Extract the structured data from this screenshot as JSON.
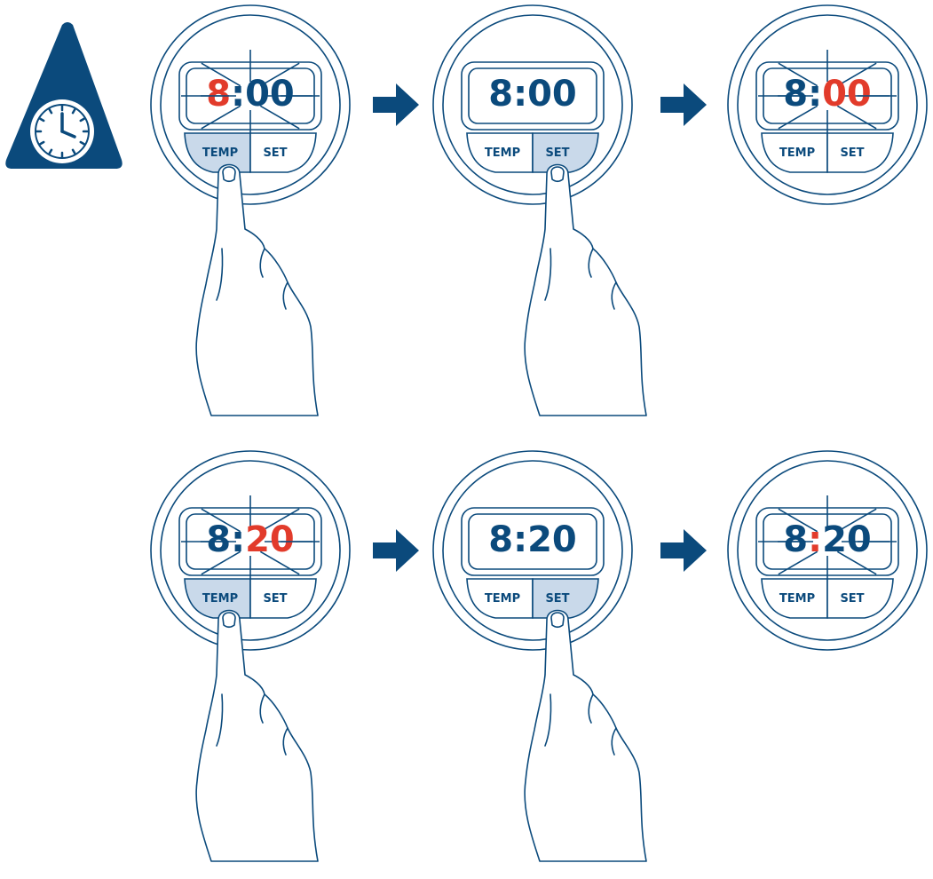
{
  "colors": {
    "primary": "#0b4a7c",
    "highlight": "#e23b2b",
    "pressed_fill": "#c9d9ea",
    "background": "#ffffff"
  },
  "icons": {
    "warning": "clock-warning-icon",
    "arrow": "arrow-right-icon",
    "hand": "pointing-hand-icon"
  },
  "buttons": {
    "temp": "TEMP",
    "set": "SET"
  },
  "rows": [
    {
      "panels": [
        {
          "hour": "8",
          "sep": ":",
          "minutes": "00",
          "highlight": "hour",
          "pressed": "temp",
          "flash": true,
          "hand": true
        },
        {
          "hour": "8",
          "sep": ":",
          "minutes": "00",
          "highlight": "none",
          "pressed": "set",
          "flash": false,
          "hand": true
        },
        {
          "hour": "8",
          "sep": ":",
          "minutes": "00",
          "highlight": "minutes",
          "pressed": "none",
          "flash": true,
          "hand": false
        }
      ]
    },
    {
      "panels": [
        {
          "hour": "8",
          "sep": ":",
          "minutes": "20",
          "highlight": "minutes",
          "pressed": "temp",
          "flash": true,
          "hand": true
        },
        {
          "hour": "8",
          "sep": ":",
          "minutes": "20",
          "highlight": "none",
          "pressed": "set",
          "flash": false,
          "hand": true
        },
        {
          "hour": "8",
          "sep": ":",
          "minutes": "20",
          "highlight": "sep",
          "pressed": "none",
          "flash": true,
          "hand": false
        }
      ]
    }
  ]
}
